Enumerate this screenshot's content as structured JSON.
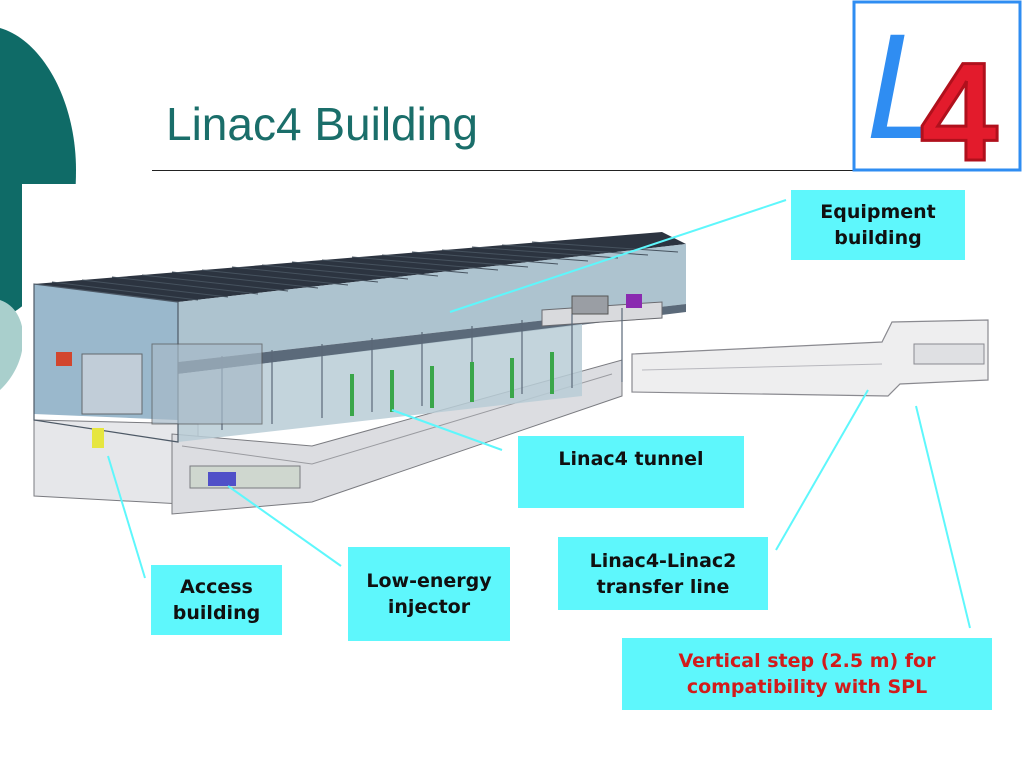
{
  "slide": {
    "title": "Linac4 Building",
    "logo": {
      "letter": "L",
      "number": "4"
    }
  },
  "callouts": {
    "equipment_building": "Equipment building",
    "linac4_tunnel": "Linac4 tunnel",
    "transfer_line": "Linac4-Linac2 transfer line",
    "access_building": "Access building",
    "low_energy_injector": "Low-energy injector",
    "vertical_step": "Vertical step (2.5 m) for compatibility with SPL"
  },
  "colors": {
    "title": "#1a6e6a",
    "callout_bg": "#5ef7fc",
    "leader_line": "#5ef7fc",
    "highlight_text": "#d21b1b",
    "logo_blue": "#2f8df2",
    "logo_red": "#e31b2c"
  }
}
